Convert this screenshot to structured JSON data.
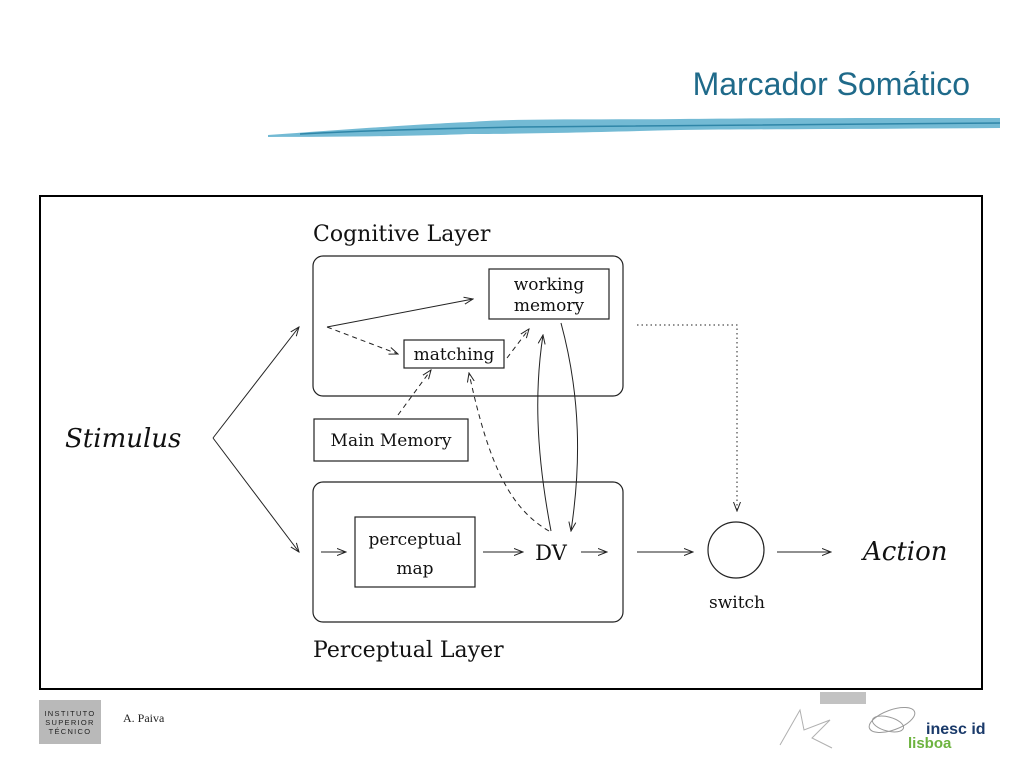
{
  "slide": {
    "title": "Marcador Somático",
    "author": "A. Paiva",
    "institution_logo": [
      "INSTITUTO",
      "SUPERIOR",
      "TÉCNICO"
    ],
    "partner_logo": {
      "top": "inesc id",
      "bottom": "lisboa"
    }
  },
  "diagram": {
    "layers": {
      "cognitive": "Cognitive Layer",
      "perceptual": "Perceptual Layer"
    },
    "nodes": {
      "stimulus": "Stimulus",
      "working_memory_line1": "working",
      "working_memory_line2": "memory",
      "matching": "matching",
      "main_memory": "Main Memory",
      "perceptual_map_line1": "perceptual",
      "perceptual_map_line2": "map",
      "dv": "DV",
      "switch": "switch",
      "action": "Action"
    }
  }
}
